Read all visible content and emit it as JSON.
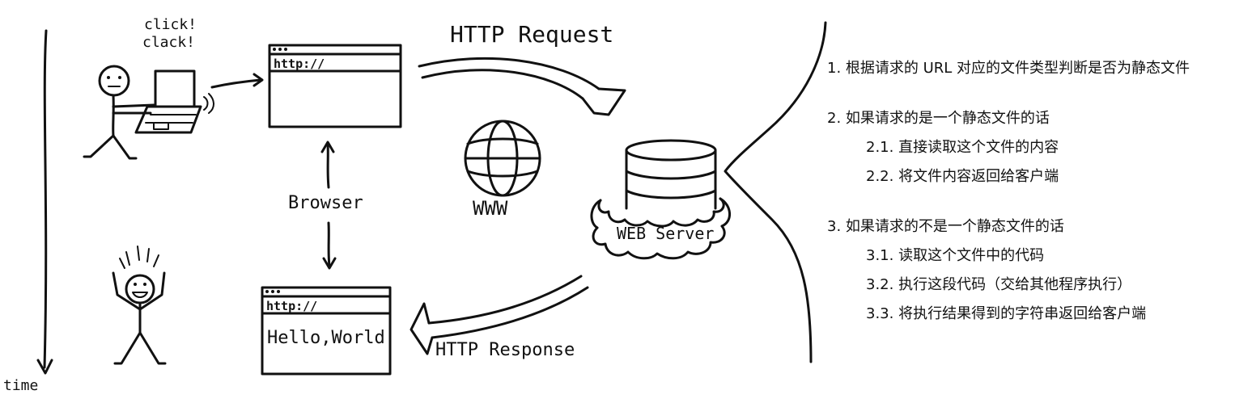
{
  "labels": {
    "click": "click!",
    "clack": "clack!",
    "http_request": "HTTP Request",
    "url_top": "http://",
    "url_bottom": "http://",
    "hello": "Hello,World!",
    "browser": "Browser",
    "www": "WWW",
    "web_server": "WEB Server",
    "http_response": "HTTP Response",
    "time": "time"
  },
  "steps": [
    {
      "text": "1. 根据请求的 URL 对应的文件类型判断是否为静态文件",
      "level": 0
    },
    {
      "text": "2. 如果请求的是一个静态文件的话",
      "level": 0
    },
    {
      "text": "2.1. 直接读取这个文件的内容",
      "level": 1
    },
    {
      "text": "2.2. 将文件内容返回给客户端",
      "level": 1
    },
    {
      "text": "3. 如果请求的不是一个静态文件的话",
      "level": 0
    },
    {
      "text": "3.1. 读取这个文件中的代码",
      "level": 1
    },
    {
      "text": "3.2. 执行这段代码（交给其他程序执行）",
      "level": 1
    },
    {
      "text": "3.3. 将执行结果得到的字符串返回给客户端",
      "level": 1
    }
  ]
}
